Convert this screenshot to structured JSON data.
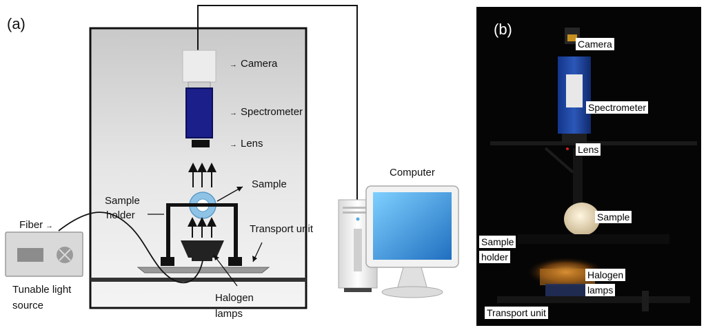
{
  "panel_a": {
    "label": "(a)",
    "camera": "Camera",
    "spectrometer": "Spectrometer",
    "lens": "Lens",
    "sample": "Sample",
    "sample_holder_1": "Sample",
    "sample_holder_2": "holder",
    "fiber": "Fiber",
    "transport_unit": "Transport unit",
    "light_source_1": "Tunable light",
    "light_source_2": "source",
    "halogen_1": "Halogen",
    "halogen_2": "lamps",
    "computer": "Computer"
  },
  "panel_b": {
    "label": "(b)",
    "camera": "Camera",
    "spectrometer": "Spectrometer",
    "lens": "Lens",
    "sample": "Sample",
    "sample_holder_1": "Sample",
    "sample_holder_2": "holder",
    "halogen_1": "Halogen",
    "halogen_2": "lamps",
    "transport_unit": "Transport unit"
  },
  "colors": {
    "chamber": "#dcdcdc",
    "spectrometer": "#1a1f8a",
    "camera": "#ececec",
    "sample_ring": "#8fc3e6",
    "monitor_screen": "#2f8fd8"
  }
}
